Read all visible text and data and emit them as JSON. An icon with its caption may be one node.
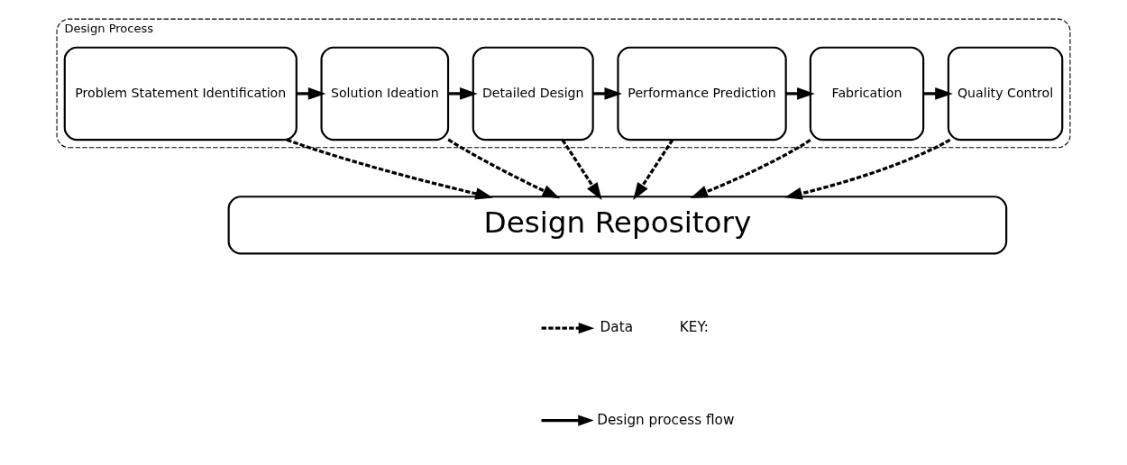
{
  "diagram": {
    "nodes": [
      {
        "text": [
          "Design Process"
        ]
      },
      {
        "text": [
          "Problem Statement Identification"
        ],
        "in": 0
      },
      {
        "text": [
          "Solution Ideation"
        ],
        "in": 0
      },
      {
        "text": [
          "Detailed Design"
        ],
        "in": 0
      },
      {
        "text": [
          "Performance Prediction"
        ],
        "in": 0
      },
      {
        "text": [
          "Fabrication"
        ],
        "in": 0
      },
      {
        "text": [
          "Quality Control"
        ],
        "in": 0
      },
      {
        "text": [
          "Design Repository"
        ]
      }
    ],
    "edges": [
      {
        "from": 1,
        "to": 2,
        "arrow": "to"
      },
      {
        "from": 2,
        "to": 3,
        "arrow": "to"
      },
      {
        "from": 3,
        "to": 4,
        "arrow": "to"
      },
      {
        "from": 4,
        "to": 5,
        "arrow": "to"
      },
      {
        "from": 5,
        "to": 6,
        "arrow": "to"
      },
      {
        "from": 1,
        "to": 7,
        "arrow": "to",
        "style": "dashed"
      },
      {
        "from": 2,
        "to": 7,
        "arrow": "to",
        "style": "dashed"
      },
      {
        "from": 3,
        "to": 7,
        "arrow": "to",
        "style": "dashed"
      },
      {
        "from": 4,
        "to": 7,
        "arrow": "to",
        "style": "dashed"
      },
      {
        "from": 5,
        "to": 7,
        "arrow": "to",
        "style": "dashed"
      },
      {
        "from": 6,
        "to": 7,
        "arrow": "to",
        "style": "dashed"
      }
    ],
    "labels": [
      "KEY:"
    ],
    "legend": [
      {
        "text": "Data"
      },
      {
        "text": "Design process flow"
      }
    ]
  }
}
